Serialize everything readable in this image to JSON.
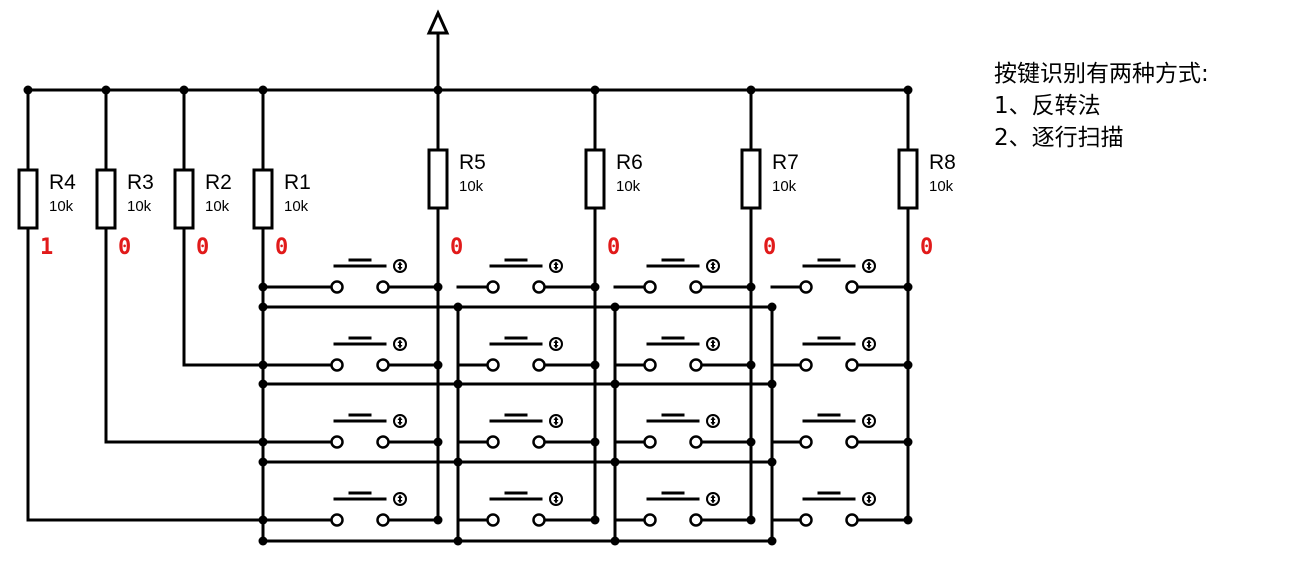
{
  "notes": {
    "title": "按键识别有两种方式:",
    "method_1": "1、反转法",
    "method_2": "2、逐行扫描"
  },
  "resistors": [
    {
      "name": "R4",
      "value": "10k",
      "logic": "1"
    },
    {
      "name": "R3",
      "value": "10k",
      "logic": "0"
    },
    {
      "name": "R2",
      "value": "10k",
      "logic": "0"
    },
    {
      "name": "R1",
      "value": "10k",
      "logic": "0"
    },
    {
      "name": "R5",
      "value": "10k",
      "logic": "0"
    },
    {
      "name": "R6",
      "value": "10k",
      "logic": "0"
    },
    {
      "name": "R7",
      "value": "10k",
      "logic": "0"
    },
    {
      "name": "R8",
      "value": "10k",
      "logic": "0"
    }
  ],
  "matrix": {
    "rows": 4,
    "columns": 4
  },
  "colors": {
    "wire": "#000000",
    "logic_level": "#e11a1a",
    "background": "#ffffff"
  },
  "icons": {
    "supply": "power-arrow-icon",
    "button": "push-button-icon"
  }
}
